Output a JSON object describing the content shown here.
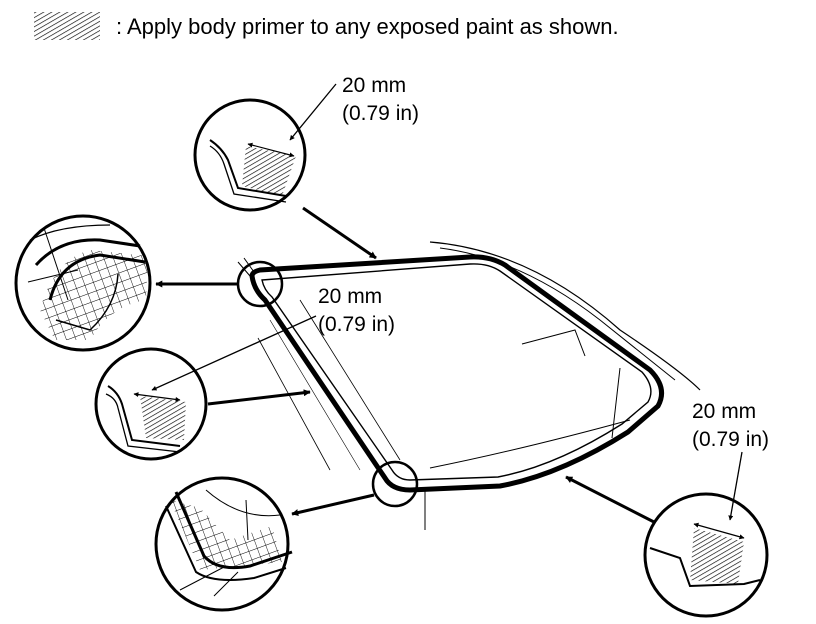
{
  "legend": {
    "symbol_icon": "hatched-rectangle-icon",
    "text": ": Apply body primer to any exposed paint as shown."
  },
  "callouts": [
    {
      "mm": "20 mm",
      "inch": "(0.79 in)"
    },
    {
      "mm": "20 mm",
      "inch": "(0.79 in)"
    },
    {
      "mm": "20 mm",
      "inch": "(0.79 in)"
    }
  ],
  "colors": {
    "ink": "#000000",
    "paper": "#ffffff"
  }
}
